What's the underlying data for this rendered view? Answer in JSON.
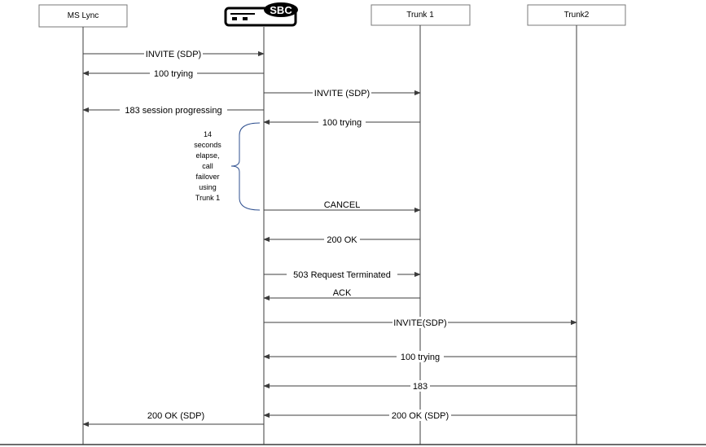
{
  "participants": [
    {
      "id": "lync",
      "label": "MS Lync"
    },
    {
      "id": "sbc",
      "label": "SBC"
    },
    {
      "id": "trunk1",
      "label": "Trunk 1"
    },
    {
      "id": "trunk2",
      "label": "Trunk2"
    }
  ],
  "messages": [
    {
      "from": "lync",
      "to": "sbc",
      "label": "INVITE (SDP)"
    },
    {
      "from": "sbc",
      "to": "lync",
      "label": "100 trying"
    },
    {
      "from": "sbc",
      "to": "trunk1",
      "label": "INVITE (SDP)"
    },
    {
      "from": "sbc",
      "to": "lync",
      "label": "183 session progressing"
    },
    {
      "from": "trunk1",
      "to": "sbc",
      "label": "100 trying"
    },
    {
      "from": "sbc",
      "to": "trunk1",
      "label": "CANCEL"
    },
    {
      "from": "trunk1",
      "to": "sbc",
      "label": "200 OK"
    },
    {
      "from": "sbc",
      "to": "trunk1",
      "label": "503 Request Terminated"
    },
    {
      "from": "trunk1",
      "to": "sbc",
      "label": "ACK"
    },
    {
      "from": "sbc",
      "to": "trunk2",
      "label": "INVITE(SDP)"
    },
    {
      "from": "trunk2",
      "to": "sbc",
      "label": "100 trying"
    },
    {
      "from": "trunk2",
      "to": "sbc",
      "label": "183"
    },
    {
      "from": "trunk2",
      "to": "sbc",
      "label": "200 OK (SDP)"
    },
    {
      "from": "sbc",
      "to": "lync",
      "label": "200 OK (SDP)"
    }
  ],
  "note": {
    "lines": [
      "14",
      "seconds",
      "elapse,",
      "call",
      "failover",
      "using",
      "Trunk 1"
    ]
  },
  "colors": {
    "line": "#3c3c3c",
    "brace": "#2e4f8f",
    "sbc_device": "#000000"
  }
}
